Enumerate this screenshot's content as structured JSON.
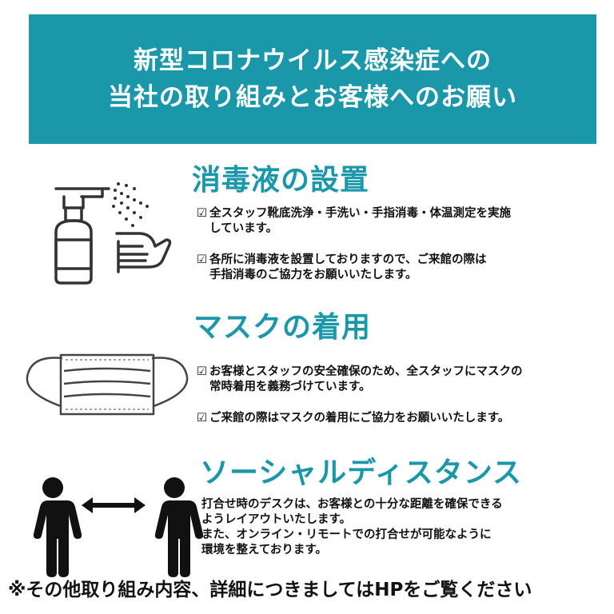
{
  "banner": {
    "line1": "新型コロナウイルス感染症への",
    "line2": "当社の取り組みとお客様へのお願い",
    "color": "#1a97a8"
  },
  "section1": {
    "title": "消毒液の設置",
    "icon": "sanitizer-spray-hand-icon",
    "check_icon": "☑",
    "items": [
      {
        "line1": "全スタッフ靴底洗浄・手洗い・手指消毒・体温測定を実施",
        "line2": "しています。"
      },
      {
        "line1": "各所に消毒液を設置しておりますので、ご来館の際は",
        "line2": "手指消毒のご協力をお願いいたします。"
      }
    ]
  },
  "section2": {
    "title": "マスクの着用",
    "icon": "face-mask-icon",
    "check_icon": "☑",
    "items": [
      {
        "line1": "お客様とスタッフの安全確保のため、全スタッフにマスクの",
        "line2": "常時着用を義務づけています。"
      },
      {
        "line1": "ご来館の際はマスクの着用にご協力をお願いいたします。"
      }
    ]
  },
  "section3": {
    "title": "ソーシャルディスタンス",
    "icon": "two-people-distance-icon",
    "lines": [
      "打合せ時のデスクは、お客様との十分な距離を確保できる",
      "ようレイアウトいたします。",
      "また、オンライン・リモートでの打合せが可能なように",
      "環境を整えております。"
    ]
  },
  "footer": {
    "text": "※その他取り組み内容、詳細につきましてはHPをご覧ください"
  }
}
